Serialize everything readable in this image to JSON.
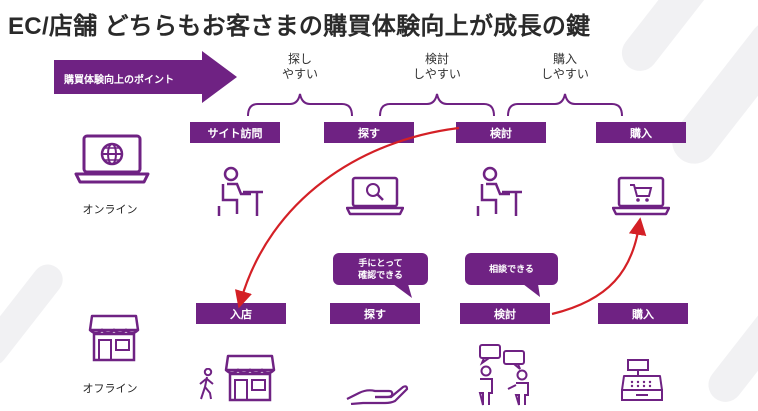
{
  "page": {
    "title": "EC/店舗 どちらもお客さまの購買体験向上が成長の鍵"
  },
  "banner": {
    "label": "購買体験向上のポイント"
  },
  "hints": [
    {
      "line1": "探し",
      "line2": "やすい"
    },
    {
      "line1": "検討",
      "line2": "しやすい"
    },
    {
      "line1": "購入",
      "line2": "しやすい"
    }
  ],
  "online": {
    "label": "オンライン",
    "steps": [
      "サイト訪問",
      "探す",
      "検討",
      "購入"
    ]
  },
  "offline": {
    "label": "オフライン",
    "steps": [
      "入店",
      "探す",
      "検討",
      "購入"
    ]
  },
  "bubbles": [
    {
      "line1": "手にとって",
      "line2": "確認できる"
    },
    {
      "line1": "相談できる"
    }
  ],
  "colors": {
    "accent": "#6f2283",
    "arrow_red": "#d42026",
    "background": "#ffffff"
  },
  "icons": [
    "laptop-globe-icon",
    "store-icon",
    "person-at-desk-icon",
    "laptop-search-icon",
    "laptop-cart-icon",
    "walking-person-icon",
    "hand-icon",
    "people-talking-icon",
    "cash-register-icon"
  ]
}
